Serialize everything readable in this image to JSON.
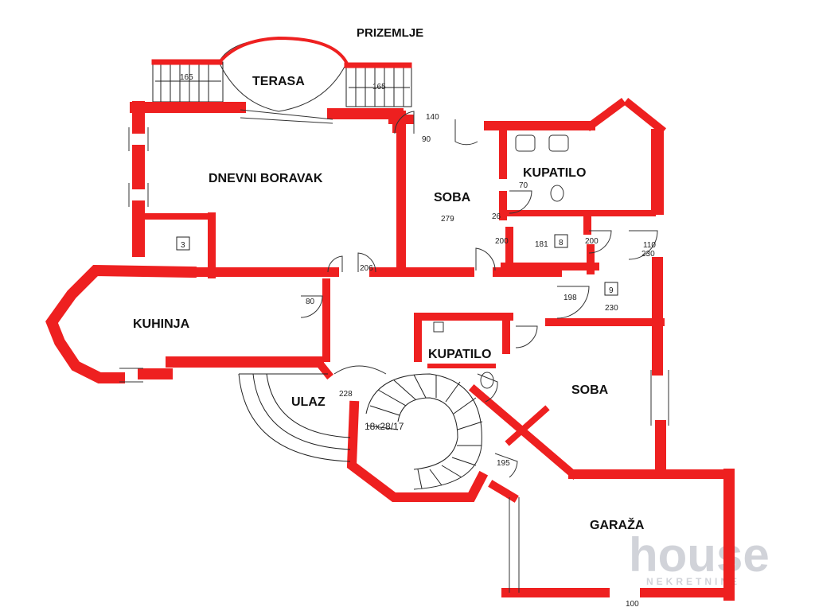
{
  "floor_title": "PRIZEMLJE",
  "rooms": {
    "terasa": "TERASA",
    "dnevni_boravak": "DNEVNI BORAVAK",
    "soba_top": "SOBA",
    "kupatilo_top": "KUPATILO",
    "kuhinja": "KUHINJA",
    "ulaz": "ULAZ",
    "kupatilo_mid": "KUPATILO",
    "soba_right": "SOBA",
    "garaza": "GARAŽA"
  },
  "dimensions": {
    "stair_left": "165",
    "stair_right": "165",
    "d_279": "279",
    "d_230": "230",
    "d_110": "110",
    "d_230b": "230",
    "d_200a": "200",
    "d_200b": "200",
    "d_198": "198",
    "d_181": "181",
    "d_206": "206",
    "d_228": "228",
    "d_195": "195",
    "d_18x28": "18x28/17",
    "d_90": "90",
    "d_140": "140",
    "d_70": "70",
    "d_26": "26",
    "d_100": "100",
    "d_80": "80"
  },
  "room_numbers": {
    "n3": "3",
    "n8": "8",
    "n9": "9"
  },
  "watermark": {
    "brand": "house",
    "sub": "NEKRETNINE"
  },
  "colors": {
    "wall": "#ee2020",
    "text": "#111111"
  }
}
